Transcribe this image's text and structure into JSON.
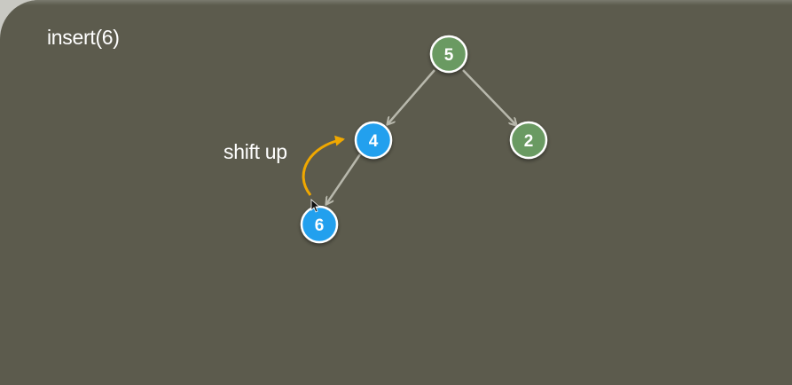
{
  "slide": {
    "title": "insert(6)",
    "caption": "shift up"
  },
  "tree": {
    "nodes": [
      {
        "id": "root",
        "label": "5",
        "color": "#6a9a62",
        "state": "settled"
      },
      {
        "id": "left",
        "label": "4",
        "color": "#22a0ee",
        "state": "comparing"
      },
      {
        "id": "right",
        "label": "2",
        "color": "#6a9a62",
        "state": "settled"
      },
      {
        "id": "new",
        "label": "6",
        "color": "#22a0ee",
        "state": "comparing"
      }
    ],
    "edges": [
      {
        "from": "5",
        "to": "4"
      },
      {
        "from": "5",
        "to": "2"
      },
      {
        "from": "4",
        "to": "6"
      }
    ],
    "swap_arrow": {
      "from": "6",
      "to": "4",
      "color": "#f0a800"
    }
  },
  "colors": {
    "background": "#5c5b4d",
    "edge": "#b8b8ac",
    "node_border": "#ffffff",
    "heap_node": "#6a9a62",
    "active_node": "#22a0ee",
    "swap_arrow": "#f0a800"
  }
}
